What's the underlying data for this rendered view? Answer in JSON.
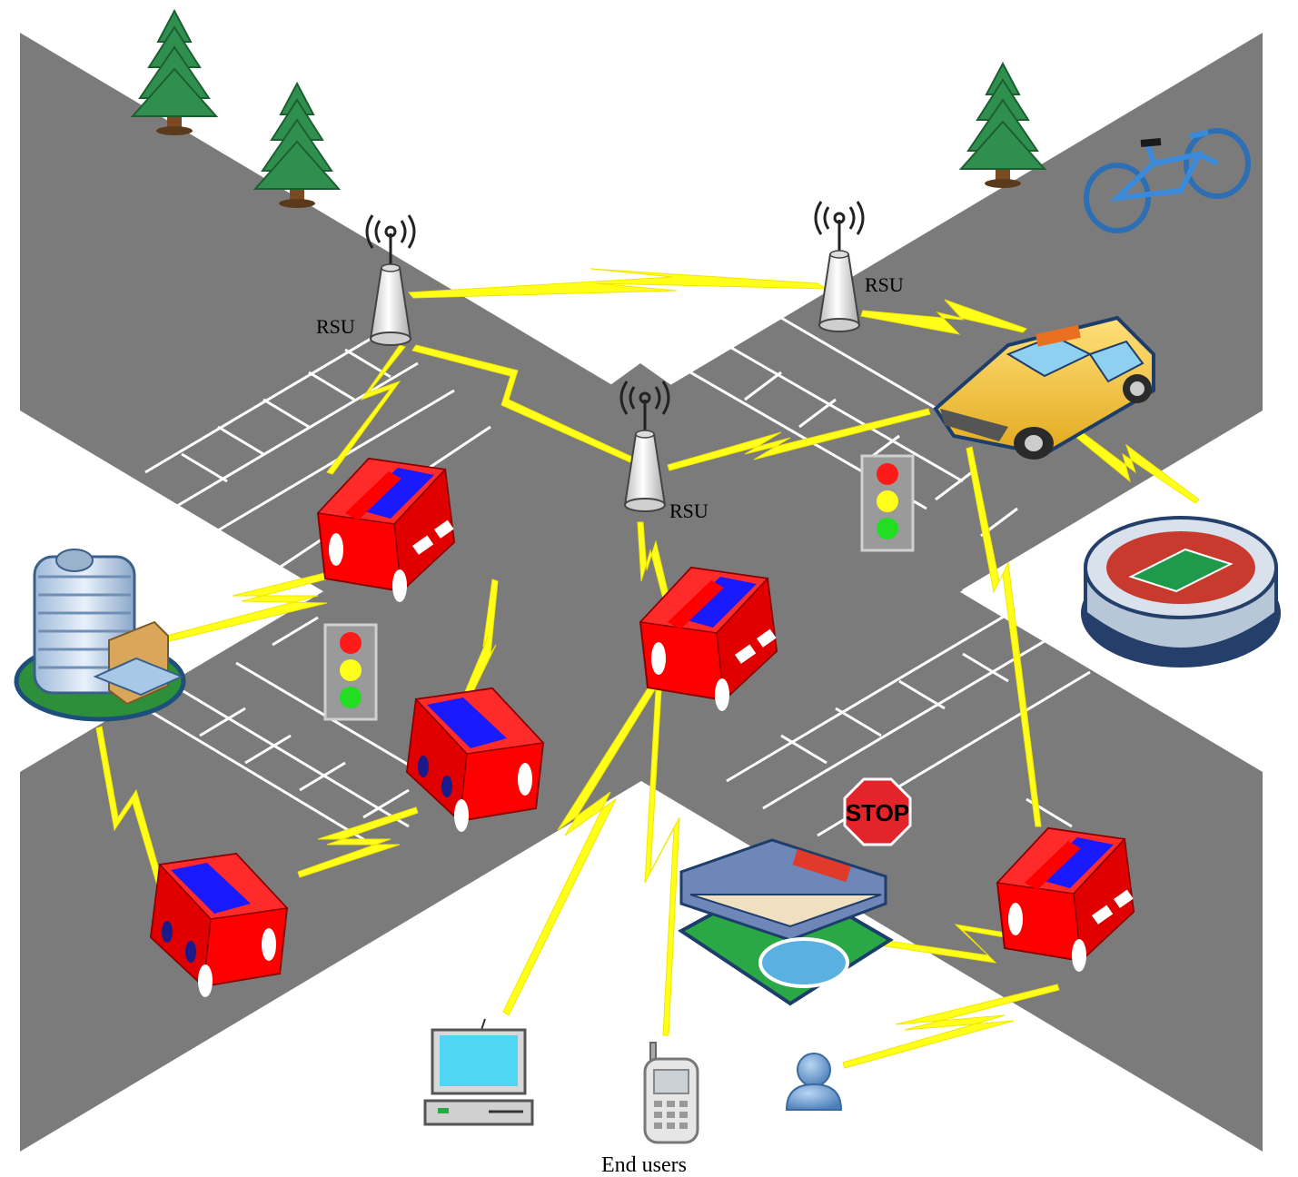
{
  "labels": {
    "rsu_left": "RSU",
    "rsu_center": "RSU",
    "rsu_right": "RSU",
    "stop_sign": "STOP",
    "end_users": "End users"
  },
  "colors": {
    "road": "#7b7b7b",
    "road_edge": "#666666",
    "parking_lines": "#ffffff",
    "wireless_link": "#ffff1a",
    "car_body": "#ff0000",
    "car_roof": "#1a1aff",
    "taxi_body": "#f4c542",
    "tree": "#2f8f4e",
    "stop_sign": "#e3242b"
  },
  "icons": {
    "rsu": "antenna-tower-icon",
    "car": "car-icon",
    "taxi": "taxi-icon",
    "tree": "tree-icon",
    "bicycle": "bicycle-icon",
    "office_building": "office-building-icon",
    "stadium": "stadium-icon",
    "motel": "motel-icon",
    "traffic_light": "traffic-light-icon",
    "stop_sign": "stop-sign-icon",
    "computer": "desktop-computer-icon",
    "phone": "mobile-phone-icon",
    "user": "user-icon"
  }
}
